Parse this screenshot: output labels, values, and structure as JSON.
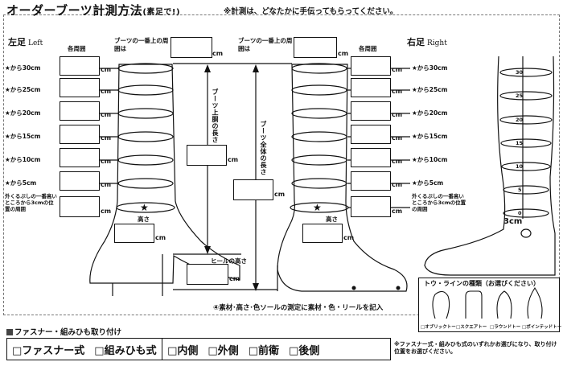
{
  "title": {
    "main": "オーダーブーツ計測方法",
    "sub": "(素足で!)"
  },
  "note": "※計測は、どなたかに手伝ってもらってください。",
  "left_side": {
    "label": "左足",
    "label_en": "Left",
    "header": "各周囲"
  },
  "right_side": {
    "label": "右足",
    "label_en": "Right",
    "header": "各周囲"
  },
  "top_circ_label": "ブーツの一番上の周囲は",
  "unit": "cm",
  "levels": [
    "★から30cm",
    "★から25cm",
    "★から20cm",
    "★から15cm",
    "★から10cm",
    "★から5cm"
  ],
  "ankle_label": "外くるぶしの一番高いところから3cmの位置の周囲",
  "height_label": "高さ",
  "shaft_length": "ブーツ上胴の長さ",
  "total_length": "ブーツ全体の長さ",
  "heel_height": "ヒールの高さ",
  "instruction": "④素材･高さ･色ソールの測定に素材・色・リールを記入",
  "leg_scale": [
    "30",
    "25",
    "20",
    "15",
    "10",
    "5",
    "0"
  ],
  "ankle_cm": "3cm",
  "toe": {
    "title": "トウ・ラインの種類（お選びください）",
    "types": [
      "□オブリックトー",
      "□スクエアトー",
      "□ラウンドトー",
      "□ポインテッドトー"
    ]
  },
  "fastener": {
    "section_title": "ファスナー・組みひも取り付け",
    "type_options": [
      "□ファスナー式",
      "□組みひも式"
    ],
    "position_options": [
      "□内側",
      "□外側",
      "□前衛",
      "□後側"
    ],
    "note": "※ファスナー式・組みひも式のいずれかお選びになり、取り付け位置をお選びください。"
  }
}
